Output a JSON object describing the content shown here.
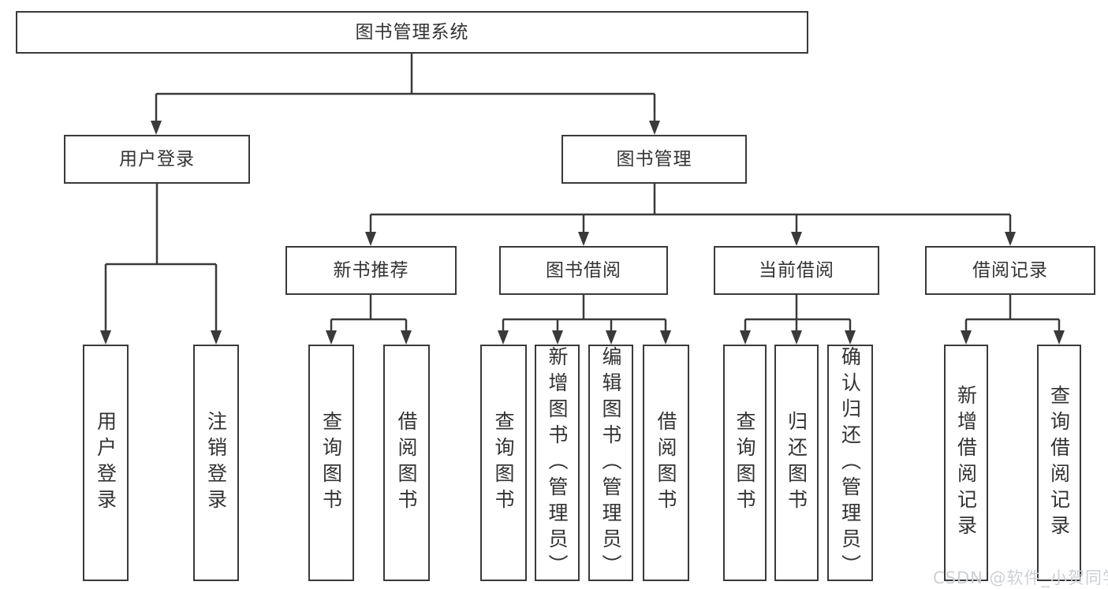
{
  "tree": {
    "label": "图书管理系统",
    "children": [
      {
        "label": "用户登录",
        "children": [
          {
            "label": "用户登录"
          },
          {
            "label": "注销登录"
          }
        ]
      },
      {
        "label": "图书管理",
        "children": [
          {
            "label": "新书推荐",
            "children": [
              {
                "label": "查询图书"
              },
              {
                "label": "借阅图书"
              }
            ]
          },
          {
            "label": "图书借阅",
            "children": [
              {
                "label": "查询图书"
              },
              {
                "label": "新增图书（管理员）"
              },
              {
                "label": "编辑图书（管理员）"
              },
              {
                "label": "借阅图书"
              }
            ]
          },
          {
            "label": "当前借阅",
            "children": [
              {
                "label": "查询图书"
              },
              {
                "label": "归还图书"
              },
              {
                "label": "确认归还（管理员）"
              }
            ]
          },
          {
            "label": "借阅记录",
            "children": [
              {
                "label": "新增借阅记录"
              },
              {
                "label": "查询借阅记录"
              }
            ]
          }
        ]
      }
    ]
  },
  "watermark": {
    "text": "CSDN @软件_小贺同学"
  },
  "colors": {
    "line": "#3a3a3a",
    "text": "#333333",
    "background": "#ffffff",
    "watermark": "#ccd0d5"
  }
}
